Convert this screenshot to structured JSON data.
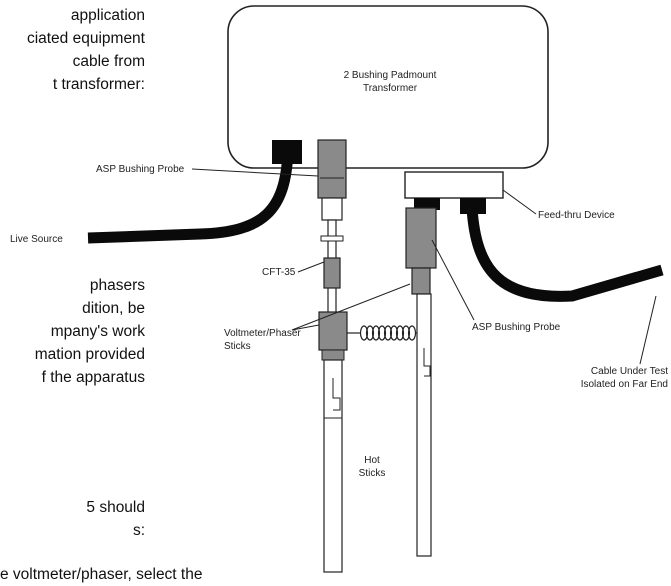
{
  "body_text": {
    "block1": [
      "application",
      "ciated equipment",
      "cable from",
      "t transformer:"
    ],
    "block2": [
      "phasers",
      "dition, be",
      "mpany's work",
      "mation provided",
      "f the apparatus"
    ],
    "block3": [
      "5 should",
      "s:"
    ],
    "block4": [
      "e voltmeter/phaser, select the"
    ]
  },
  "diagram": {
    "transformer_label": [
      "2 Bushing Padmount",
      "Transformer"
    ],
    "asp_probe_top": "ASP Bushing Probe",
    "feed_thru": "Feed-thru Device",
    "live_source": "Live Source",
    "cft": "CFT-35",
    "voltmeter_sticks": [
      "Voltmeter/Phaser",
      "Sticks"
    ],
    "asp_probe_right": "ASP Bushing Probe",
    "cable_under_test": [
      "Cable Under Test",
      "Isolated on Far End"
    ],
    "hot_sticks": [
      "Hot",
      "Sticks"
    ]
  },
  "colors": {
    "cable": "#0a0a0a",
    "probe_gray": "#8a8a8a",
    "stick_fill": "#ffffff"
  }
}
